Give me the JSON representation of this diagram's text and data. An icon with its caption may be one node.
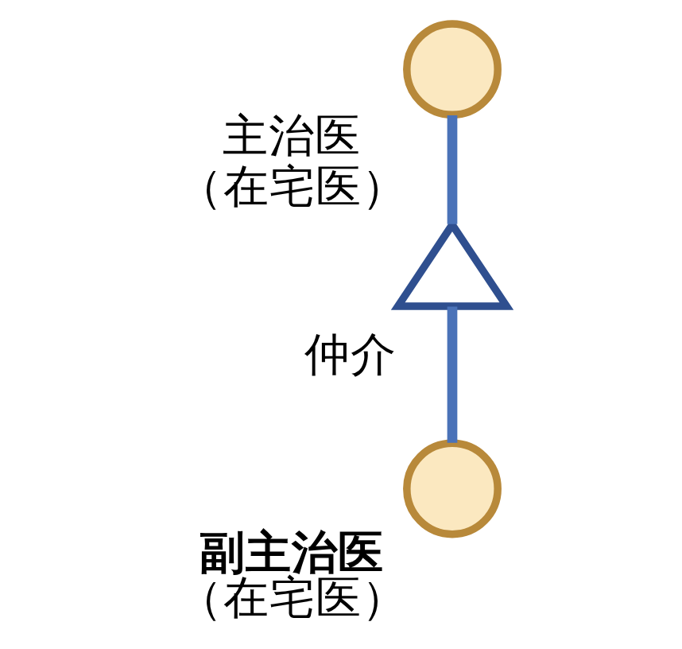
{
  "diagram": {
    "nodes": [
      {
        "text": [
          "主治医",
          "（在宅医）"
        ]
      },
      {
        "text": [
          "仲介"
        ]
      },
      {
        "text": [
          "副主治医",
          "（在宅医）"
        ]
      }
    ],
    "edges": [
      {
        "from": 0,
        "to": 1,
        "arrow": "none"
      },
      {
        "from": 1,
        "to": 2,
        "arrow": "none"
      }
    ]
  }
}
